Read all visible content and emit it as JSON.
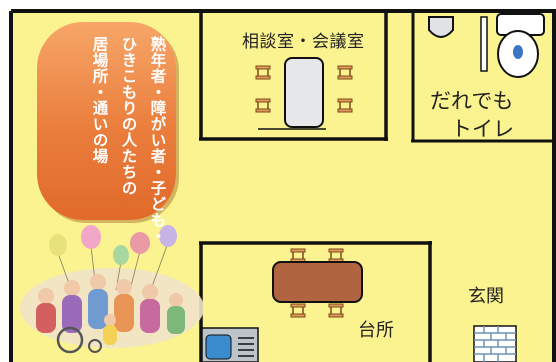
{
  "rooms": {
    "meeting_room": "相談室・会議室",
    "toilet_line1": "だれでも",
    "toilet_line2": "トイレ",
    "entrance": "玄関",
    "kitchen": "台所"
  },
  "banner": {
    "line1": "熟年者・障がい者・子ども・",
    "line2": "ひきこもりの人たちの",
    "line3": "居場所・通いの場"
  },
  "colors": {
    "floor": "#fbf38f",
    "wall": "#111111",
    "banner": "#ea7d3c",
    "table": "#b0643f",
    "chair": "#e29c58",
    "meeting_table": "#e5e7e9",
    "brick": "#6b93b8"
  }
}
